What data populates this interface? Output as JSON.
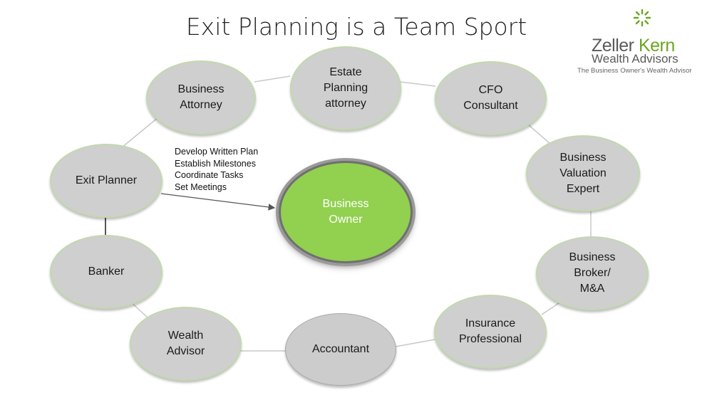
{
  "title": "Exit Planning is a Team Sport",
  "logo": {
    "line1_a": "Zeller ",
    "line1_b": "Kern",
    "line2": "Wealth Advisors",
    "tagline": "The Business Owner's Wealth Advisor",
    "icon": "starburst-icon",
    "accent_color": "#6aa620"
  },
  "center": {
    "label": "Business\nOwner"
  },
  "planner_tasks": [
    "Develop Written Plan",
    "Establish Milestones",
    "Coordinate Tasks",
    "Set Meetings"
  ],
  "nodes": [
    {
      "id": "business-attorney",
      "label": "Business\nAttorney"
    },
    {
      "id": "estate-planning-attorney",
      "label": "Estate\nPlanning\nattorney"
    },
    {
      "id": "cfo-consultant",
      "label": "CFO\nConsultant"
    },
    {
      "id": "business-valuation-expert",
      "label": "Business\nValuation\nExpert"
    },
    {
      "id": "business-broker",
      "label": "Business\nBroker/\nM&A"
    },
    {
      "id": "insurance-professional",
      "label": "Insurance\nProfessional"
    },
    {
      "id": "accountant",
      "label": "Accountant"
    },
    {
      "id": "wealth-advisor",
      "label": "Wealth\nAdvisor"
    },
    {
      "id": "banker",
      "label": "Banker"
    },
    {
      "id": "exit-planner",
      "label": "Exit Planner"
    }
  ],
  "colors": {
    "node_fill": "#cfcfcf",
    "owner_fill": "#92d050",
    "connector": "#c8c8c8"
  }
}
